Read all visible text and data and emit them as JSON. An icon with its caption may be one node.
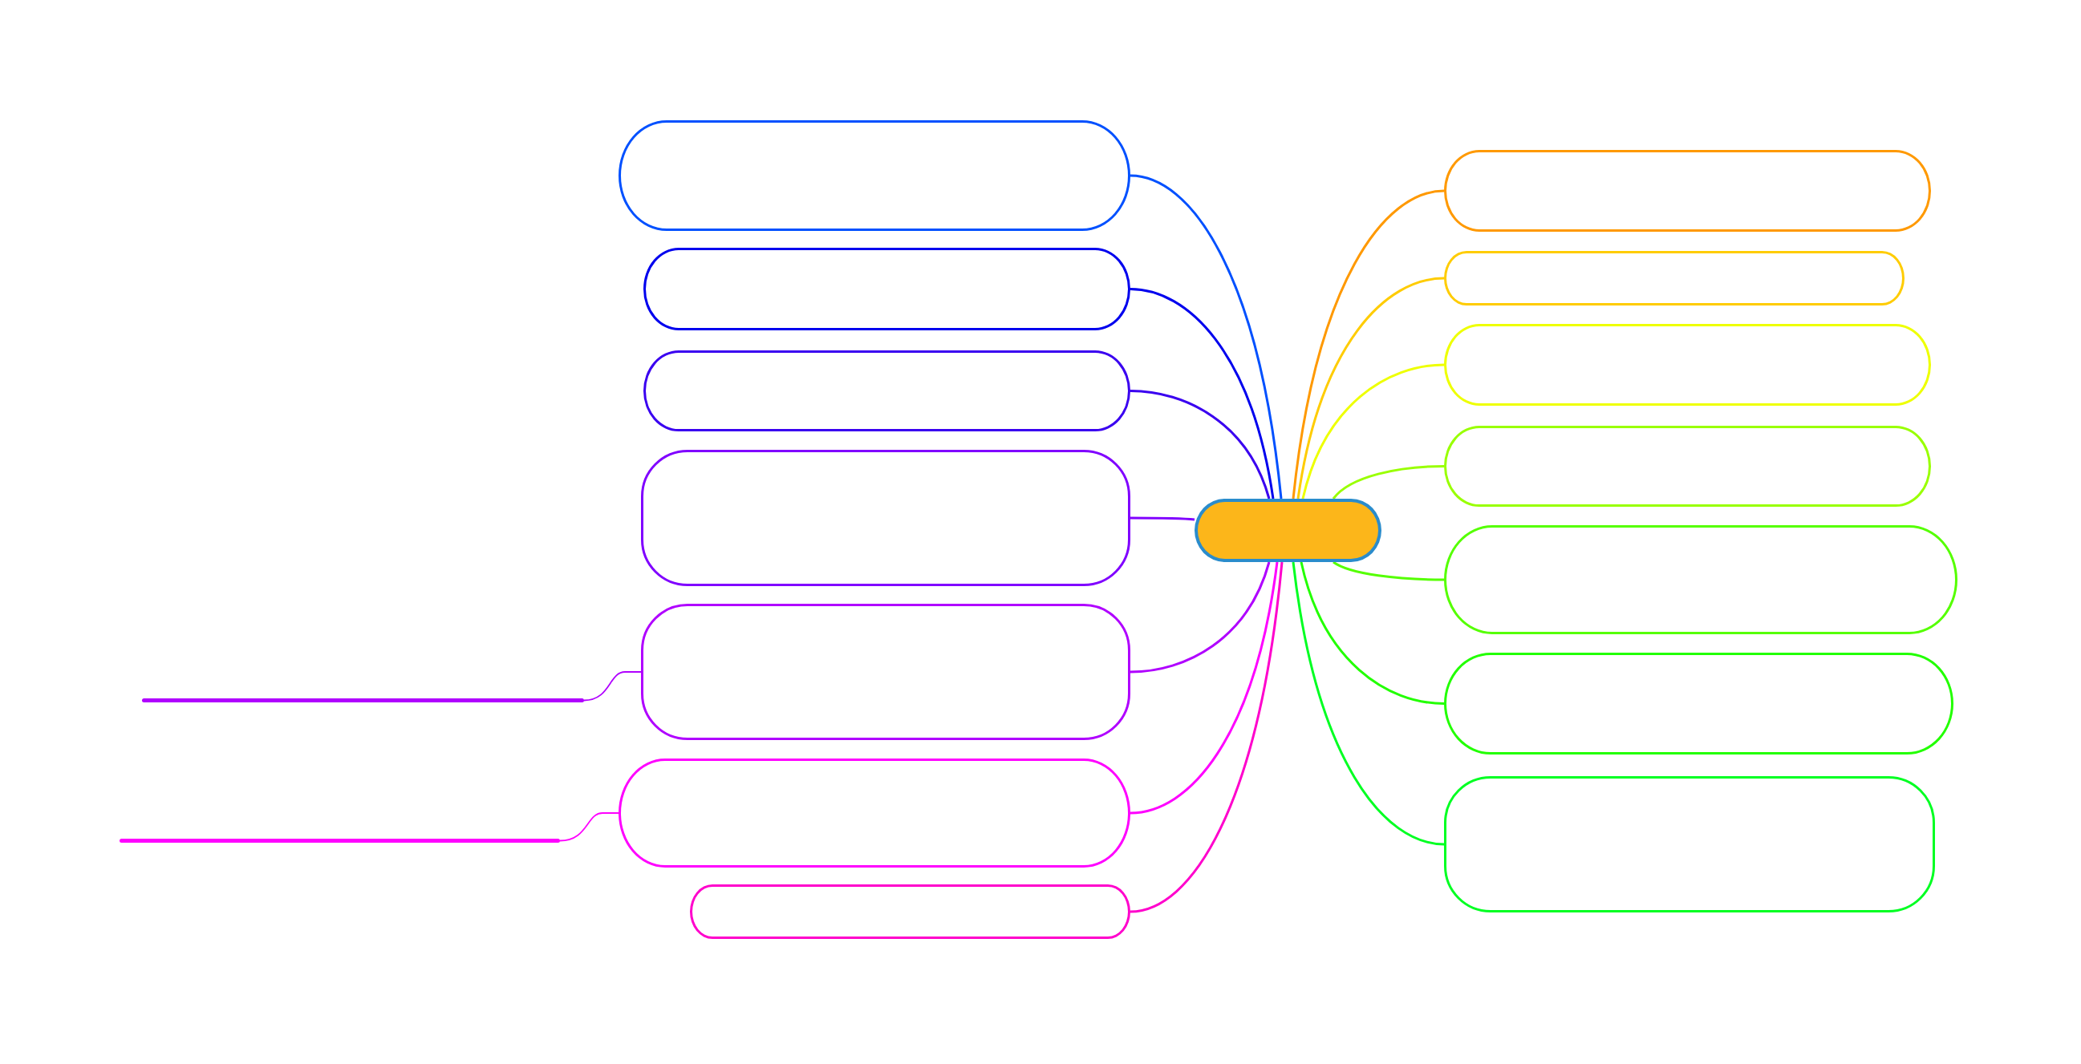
{
  "diagram": {
    "nodes": [
      {
        "text": [],
        "shape": "box"
      },
      {
        "text": [],
        "shape": "box"
      },
      {
        "text": [],
        "shape": "box"
      },
      {
        "text": [],
        "shape": "box"
      },
      {
        "text": [],
        "shape": "box"
      },
      {
        "text": [],
        "shape": "box"
      },
      {
        "text": [],
        "shape": "box"
      },
      {
        "text": [],
        "shape": "box"
      },
      {
        "text": [],
        "shape": "box"
      },
      {
        "text": [],
        "shape": "box"
      },
      {
        "text": [],
        "shape": "box"
      },
      {
        "text": [],
        "shape": "box"
      },
      {
        "text": [],
        "shape": "box"
      },
      {
        "text": [],
        "shape": "box"
      },
      {
        "text": [],
        "shape": "box"
      },
      {
        "text": [],
        "shape": "bar"
      },
      {
        "text": [],
        "shape": "bar"
      }
    ],
    "edges": [
      {
        "from": 0,
        "to": 1,
        "arrow": "none",
        "color": "#0050ff"
      },
      {
        "from": 0,
        "to": 2,
        "arrow": "none",
        "color": "#0000ee"
      },
      {
        "from": 0,
        "to": 3,
        "arrow": "none",
        "color": "#3a00f0"
      },
      {
        "from": 0,
        "to": 4,
        "arrow": "none",
        "color": "#8000ff"
      },
      {
        "from": 0,
        "to": 5,
        "arrow": "none",
        "color": "#b000ff"
      },
      {
        "from": 0,
        "to": 6,
        "arrow": "none",
        "color": "#ff00ff"
      },
      {
        "from": 0,
        "to": 7,
        "arrow": "none",
        "color": "#ff00cc"
      },
      {
        "from": 0,
        "to": 8,
        "arrow": "none",
        "color": "#ff9900"
      },
      {
        "from": 0,
        "to": 9,
        "arrow": "none",
        "color": "#ffcc00"
      },
      {
        "from": 0,
        "to": 10,
        "arrow": "none",
        "color": "#eeff00"
      },
      {
        "from": 0,
        "to": 11,
        "arrow": "none",
        "color": "#99ff00"
      },
      {
        "from": 0,
        "to": 12,
        "arrow": "none",
        "color": "#55ff00"
      },
      {
        "from": 0,
        "to": 13,
        "arrow": "none",
        "color": "#22ff00"
      },
      {
        "from": 0,
        "to": 14,
        "arrow": "none",
        "color": "#00ff22"
      },
      {
        "from": 5,
        "to": 15,
        "arrow": "none",
        "color": "#b000ff"
      },
      {
        "from": 6,
        "to": 16,
        "arrow": "none",
        "color": "#ff00ff"
      }
    ]
  }
}
